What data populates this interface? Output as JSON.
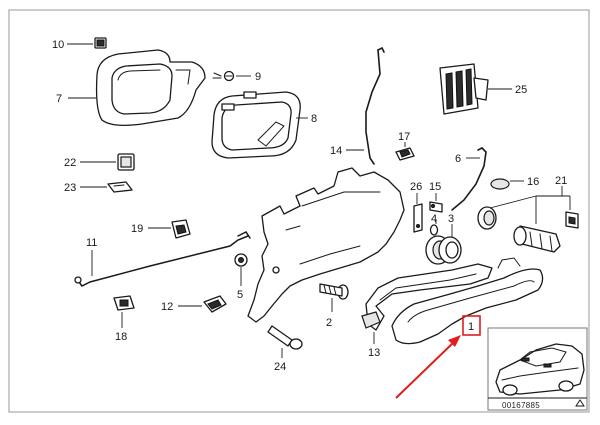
{
  "labels": {
    "p1": "1",
    "p2": "2",
    "p3": "3",
    "p4": "4",
    "p5": "5",
    "p6": "6",
    "p7": "7",
    "p8": "8",
    "p9": "9",
    "p10": "10",
    "p11": "11",
    "p12": "12",
    "p13": "13",
    "p14": "14",
    "p15": "15",
    "p16": "16",
    "p17": "17",
    "p18": "18",
    "p19": "19",
    "p21": "21",
    "p22": "22",
    "p23": "23",
    "p24": "24",
    "p25": "25",
    "p26": "26"
  },
  "inset": {
    "reference_number": "00167885"
  },
  "highlight": {
    "part": "1",
    "color": "#e11d1d"
  }
}
